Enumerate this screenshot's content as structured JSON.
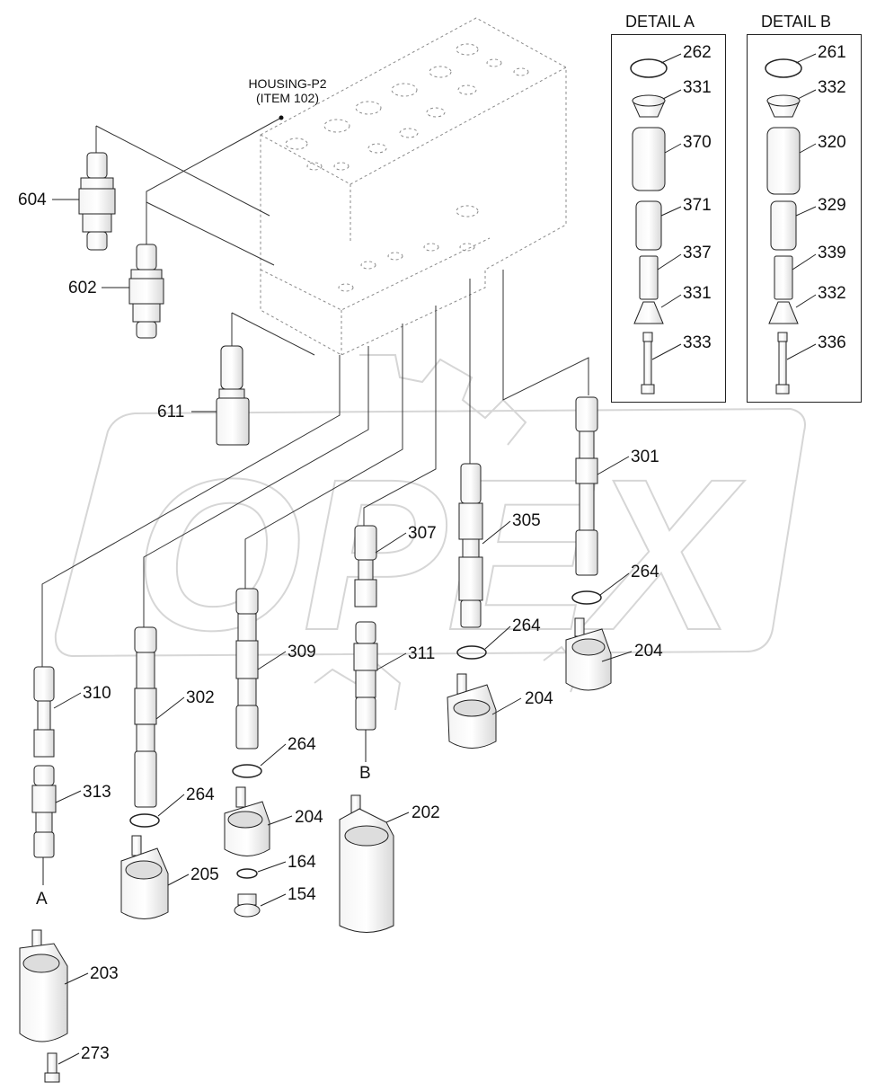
{
  "housing_note": {
    "line1": "HOUSING-P2",
    "line2": "(ITEM 102)"
  },
  "watermark": "OPEX",
  "detail_a": {
    "title": "DETAIL A",
    "parts": [
      "262",
      "331",
      "370",
      "371",
      "337",
      "331",
      "333"
    ]
  },
  "detail_b": {
    "title": "DETAIL B",
    "parts": [
      "261",
      "332",
      "320",
      "329",
      "339",
      "332",
      "336"
    ]
  },
  "callouts": {
    "p604": "604",
    "p602": "602",
    "p611": "611",
    "p301": "301",
    "p264a": "264",
    "p204a": "204",
    "p305": "305",
    "p264b": "264",
    "p204b": "204",
    "p307": "307",
    "p311": "311",
    "pB": "B",
    "p202": "202",
    "p309": "309",
    "p264c": "264",
    "p204c": "204",
    "p164": "164",
    "p154": "154",
    "p302": "302",
    "p264d": "264",
    "p205": "205",
    "p310": "310",
    "p313": "313",
    "pA": "A",
    "p203": "203",
    "p273": "273"
  },
  "colors": {
    "line": "#222222",
    "dashed": "#888888",
    "part_fill": "#ffffff",
    "shade": "#e6e6e6",
    "watermark": "#d8d8d8"
  }
}
